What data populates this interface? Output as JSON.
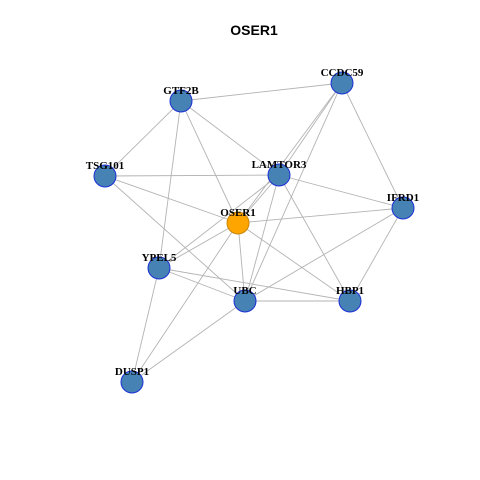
{
  "title": "OSER1",
  "colors": {
    "node_fill": "#4682B4",
    "node_stroke": "#1C2FD6",
    "center_fill": "#FFA500",
    "center_stroke": "#C8860A",
    "edge": "#B3B3B3"
  },
  "graph": {
    "center": "OSER1",
    "nodes": [
      "OSER1",
      "CCDC59",
      "GTF2B",
      "TSG101",
      "LAMTOR3",
      "IFRD1",
      "YPEL5",
      "UBC",
      "HBP1",
      "DUSP1"
    ],
    "edges": [
      [
        "GTF2B",
        "CCDC59"
      ],
      [
        "GTF2B",
        "TSG101"
      ],
      [
        "GTF2B",
        "LAMTOR3"
      ],
      [
        "GTF2B",
        "OSER1"
      ],
      [
        "GTF2B",
        "YPEL5"
      ],
      [
        "CCDC59",
        "LAMTOR3"
      ],
      [
        "CCDC59",
        "OSER1"
      ],
      [
        "CCDC59",
        "IFRD1"
      ],
      [
        "CCDC59",
        "UBC"
      ],
      [
        "TSG101",
        "LAMTOR3"
      ],
      [
        "TSG101",
        "OSER1"
      ],
      [
        "TSG101",
        "UBC"
      ],
      [
        "LAMTOR3",
        "OSER1"
      ],
      [
        "LAMTOR3",
        "IFRD1"
      ],
      [
        "LAMTOR3",
        "YPEL5"
      ],
      [
        "LAMTOR3",
        "UBC"
      ],
      [
        "LAMTOR3",
        "HBP1"
      ],
      [
        "OSER1",
        "IFRD1"
      ],
      [
        "OSER1",
        "YPEL5"
      ],
      [
        "OSER1",
        "UBC"
      ],
      [
        "OSER1",
        "HBP1"
      ],
      [
        "OSER1",
        "DUSP1"
      ],
      [
        "IFRD1",
        "UBC"
      ],
      [
        "IFRD1",
        "HBP1"
      ],
      [
        "YPEL5",
        "UBC"
      ],
      [
        "YPEL5",
        "HBP1"
      ],
      [
        "YPEL5",
        "DUSP1"
      ],
      [
        "UBC",
        "HBP1"
      ],
      [
        "UBC",
        "DUSP1"
      ]
    ]
  }
}
